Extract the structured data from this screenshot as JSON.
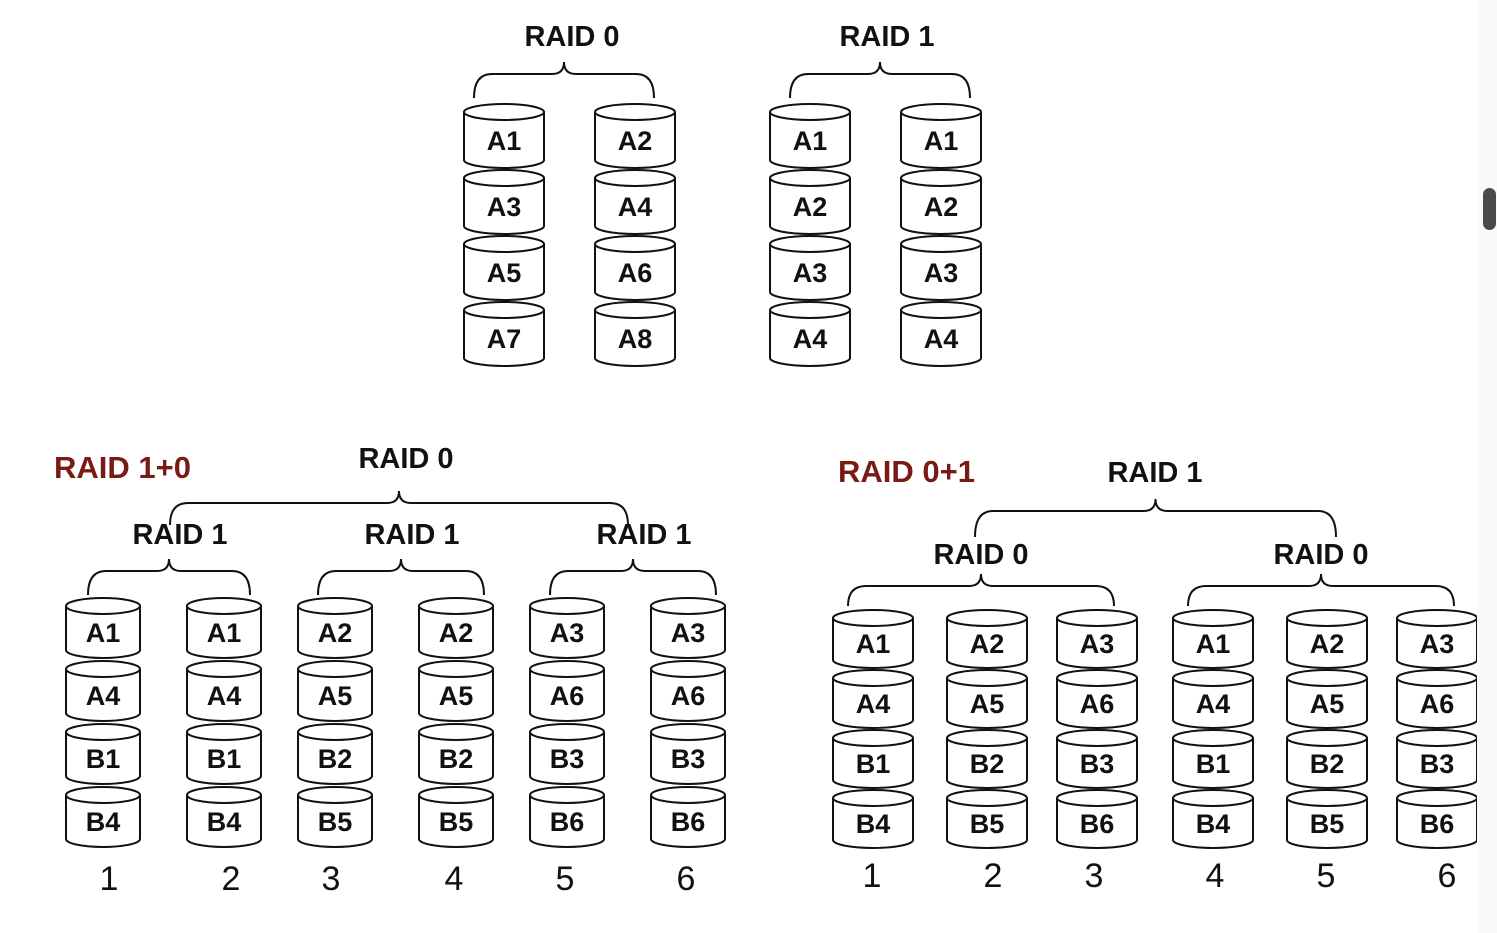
{
  "colors": {
    "accent": "#7a1a14",
    "ink": "#111111"
  },
  "raid0_top": {
    "title": "RAID 0",
    "columns": [
      [
        "A1",
        "A3",
        "A5",
        "A7"
      ],
      [
        "A2",
        "A4",
        "A6",
        "A8"
      ]
    ]
  },
  "raid1_top": {
    "title": "RAID 1",
    "columns": [
      [
        "A1",
        "A2",
        "A3",
        "A4"
      ],
      [
        "A1",
        "A2",
        "A3",
        "A4"
      ]
    ]
  },
  "raid10": {
    "title": "RAID 1+0",
    "outer_label": "RAID 0",
    "group_label": "RAID 1",
    "columns": [
      [
        "A1",
        "A4",
        "B1",
        "B4"
      ],
      [
        "A1",
        "A4",
        "B1",
        "B4"
      ],
      [
        "A2",
        "A5",
        "B2",
        "B5"
      ],
      [
        "A2",
        "A5",
        "B2",
        "B5"
      ],
      [
        "A3",
        "A6",
        "B3",
        "B6"
      ],
      [
        "A3",
        "A6",
        "B3",
        "B6"
      ]
    ],
    "disk_numbers": [
      "1",
      "2",
      "3",
      "4",
      "5",
      "6"
    ]
  },
  "raid01": {
    "title": "RAID 0+1",
    "outer_label": "RAID 1",
    "group_label": "RAID 0",
    "columns": [
      [
        "A1",
        "A4",
        "B1",
        "B4"
      ],
      [
        "A2",
        "A5",
        "B2",
        "B5"
      ],
      [
        "A3",
        "A6",
        "B3",
        "B6"
      ],
      [
        "A1",
        "A4",
        "B1",
        "B4"
      ],
      [
        "A2",
        "A5",
        "B2",
        "B5"
      ],
      [
        "A3",
        "A6",
        "B3",
        "B6"
      ]
    ],
    "disk_numbers": [
      "1",
      "2",
      "3",
      "4",
      "5",
      "6"
    ]
  }
}
